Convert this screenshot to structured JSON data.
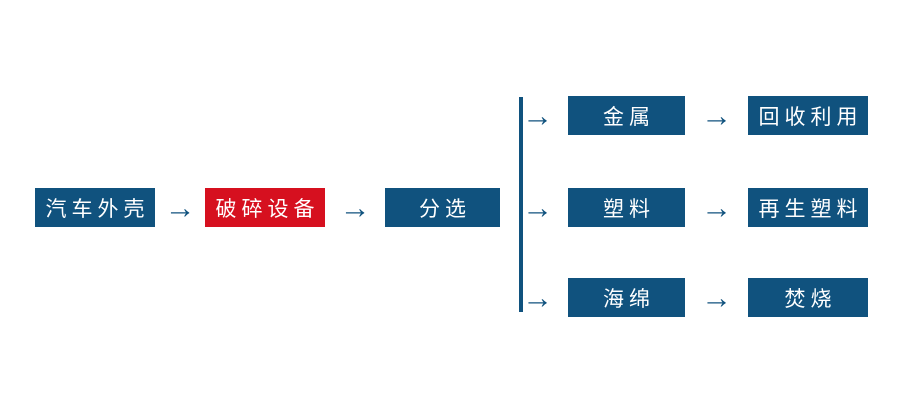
{
  "colors": {
    "box_blue": "#10527e",
    "box_red": "#d6101f",
    "arrow_blue": "#10527e",
    "text_white": "#ffffff"
  },
  "arrow_glyph": "→",
  "flow": {
    "main": [
      {
        "label": "汽车外壳",
        "style": "blue"
      },
      {
        "label": "破碎设备",
        "style": "red"
      },
      {
        "label": "分选",
        "style": "blue"
      }
    ],
    "branches": [
      {
        "source": "金属",
        "result": "回收利用"
      },
      {
        "source": "塑料",
        "result": "再生塑料"
      },
      {
        "source": "海绵",
        "result": "焚烧"
      }
    ]
  }
}
